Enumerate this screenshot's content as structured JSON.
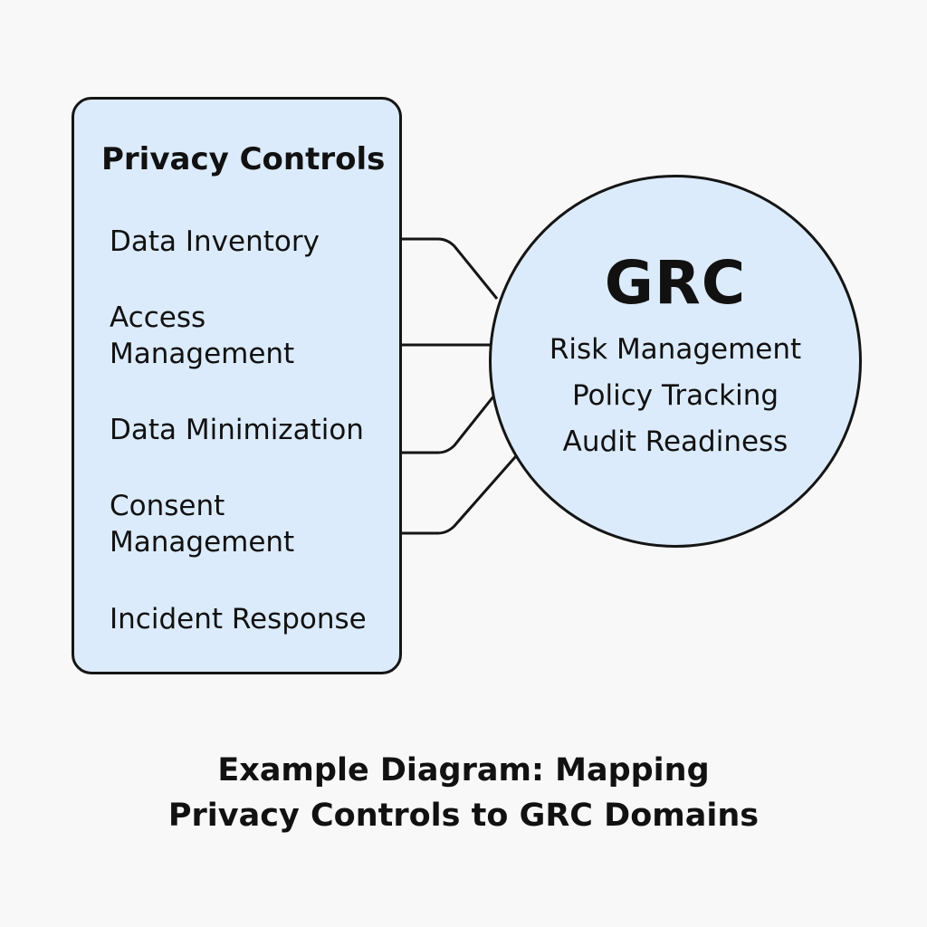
{
  "box": {
    "title": "Privacy Controls",
    "items": [
      {
        "label": "Data Inventory"
      },
      {
        "label": "Access\nManagement"
      },
      {
        "label": "Data Minimization"
      },
      {
        "label": "Consent\nManagement"
      },
      {
        "label": "Incident Response"
      }
    ]
  },
  "grc": {
    "title": "GRC",
    "items": [
      {
        "label": "Risk Management"
      },
      {
        "label": "Policy Tracking"
      },
      {
        "label": "Audit Readiness"
      }
    ]
  },
  "caption": "Example Diagram: Mapping\nPrivacy Controls to GRC Domains",
  "colors": {
    "fill": "#dcebfb",
    "stroke": "#151515",
    "background": "#f8f8f8"
  }
}
